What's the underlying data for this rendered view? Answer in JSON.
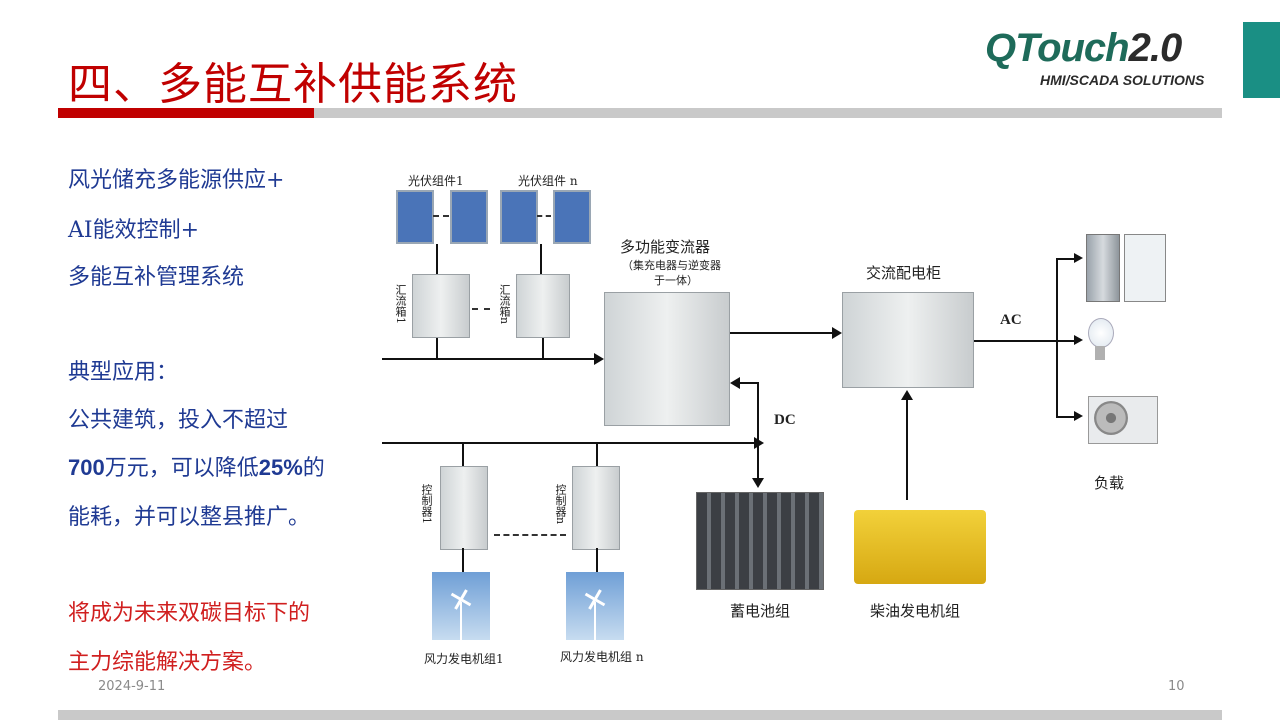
{
  "slide": {
    "title": "四、多能互补供能系统",
    "date": "2024-9-11",
    "page_number": "10"
  },
  "logo": {
    "main": "QTouch",
    "version": "2.0",
    "sub": "HMI/SCADA SOLUTIONS"
  },
  "left_text": {
    "line1": "风光储充多能源供应+",
    "line2": "AI能效控制+",
    "line3": "多能互补管理系统",
    "app_heading": "典型应用：",
    "app_line1": "公共建筑，投入不超过",
    "app_amount": "700",
    "app_amount_unit": "万元，可以降低",
    "app_percent": "25%",
    "app_percent_suffix": "的",
    "app_line3": "能耗，并可以整县推广。",
    "future_line1": "将成为未来双碳目标下的",
    "future_line2": "主力综能解决方案。"
  },
  "diagram": {
    "pv1_label": "光伏组件1",
    "pvn_label": "光伏组件 n",
    "combiner1_label": "汇流箱1",
    "combinern_label": "汇流箱n",
    "converter_title": "多功能变流器",
    "converter_sub1": "（集充电器与逆变器",
    "converter_sub2": "于一体）",
    "ac_cabinet_label": "交流配电柜",
    "ac_label": "AC",
    "dc_label": "DC",
    "load_label": "负载",
    "controller1_label": "控制器1",
    "controllern_label": "控制器n",
    "battery_label": "蓄电池组",
    "diesel_label": "柴油发电机组",
    "wind1_label": "风力发电机组1",
    "windn_label": "风力发电机组 n"
  },
  "colors": {
    "title_red": "#c00000",
    "text_blue": "#1f3a93",
    "accent_teal": "#1a8f84",
    "bar_gray": "#c9c9c9"
  }
}
